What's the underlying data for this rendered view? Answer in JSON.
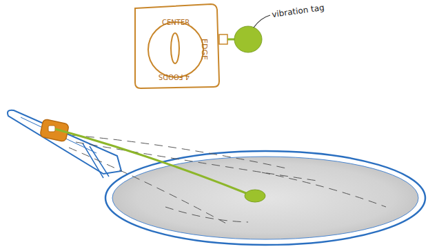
{
  "diagram": {
    "labels": [
      "CENTER",
      "EDGE",
      "4 FOODS",
      "vibration tag"
    ]
  }
}
